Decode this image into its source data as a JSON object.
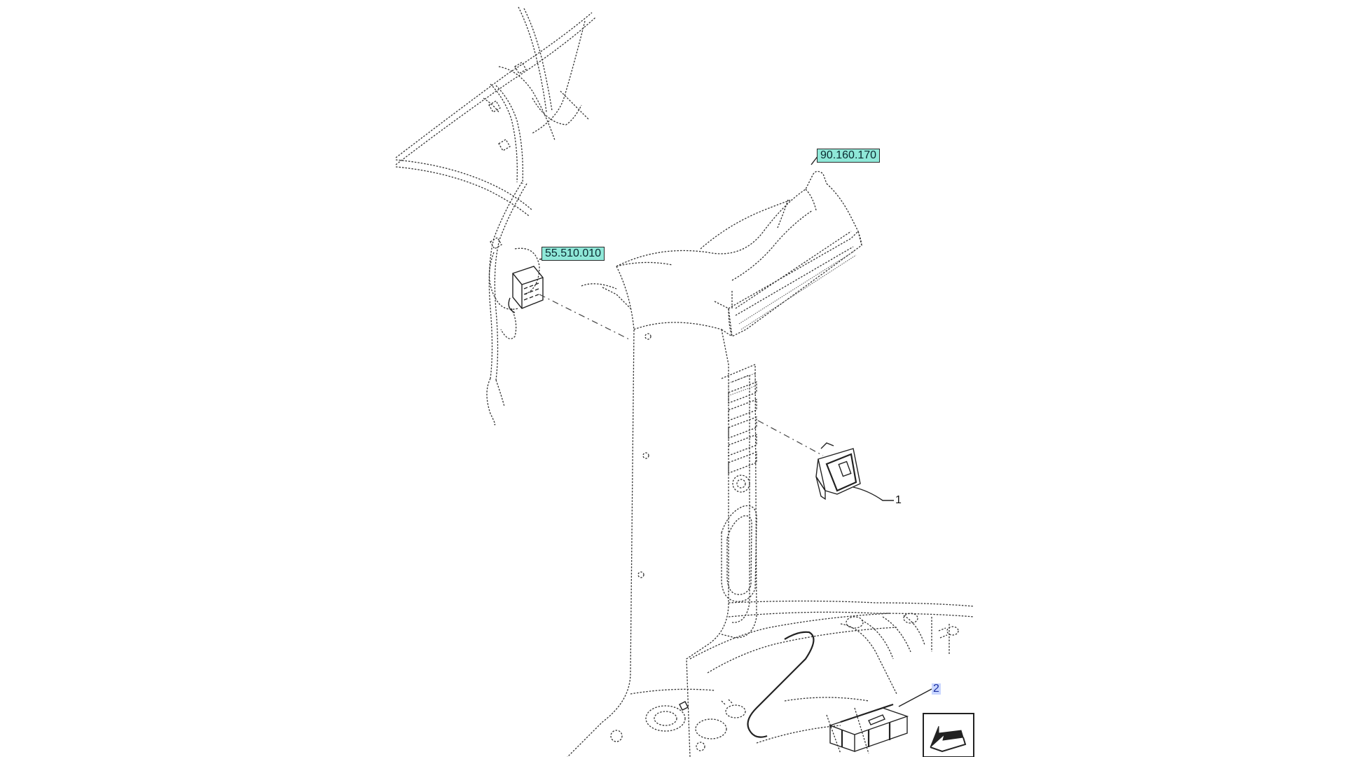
{
  "references": {
    "ref_90160170": "90.160.170",
    "ref_55510010": "55.510.010"
  },
  "callouts": {
    "item_1": "1",
    "item_2": "2"
  },
  "colors": {
    "tag_fill": "#8fe8d8",
    "callout_highlight": "#c9d6ff",
    "line": "#333333"
  },
  "icons": {
    "switch": "rocker-switch-icon",
    "kit": "crate-kit-icon",
    "nav": "previous-view-arrow-icon"
  }
}
